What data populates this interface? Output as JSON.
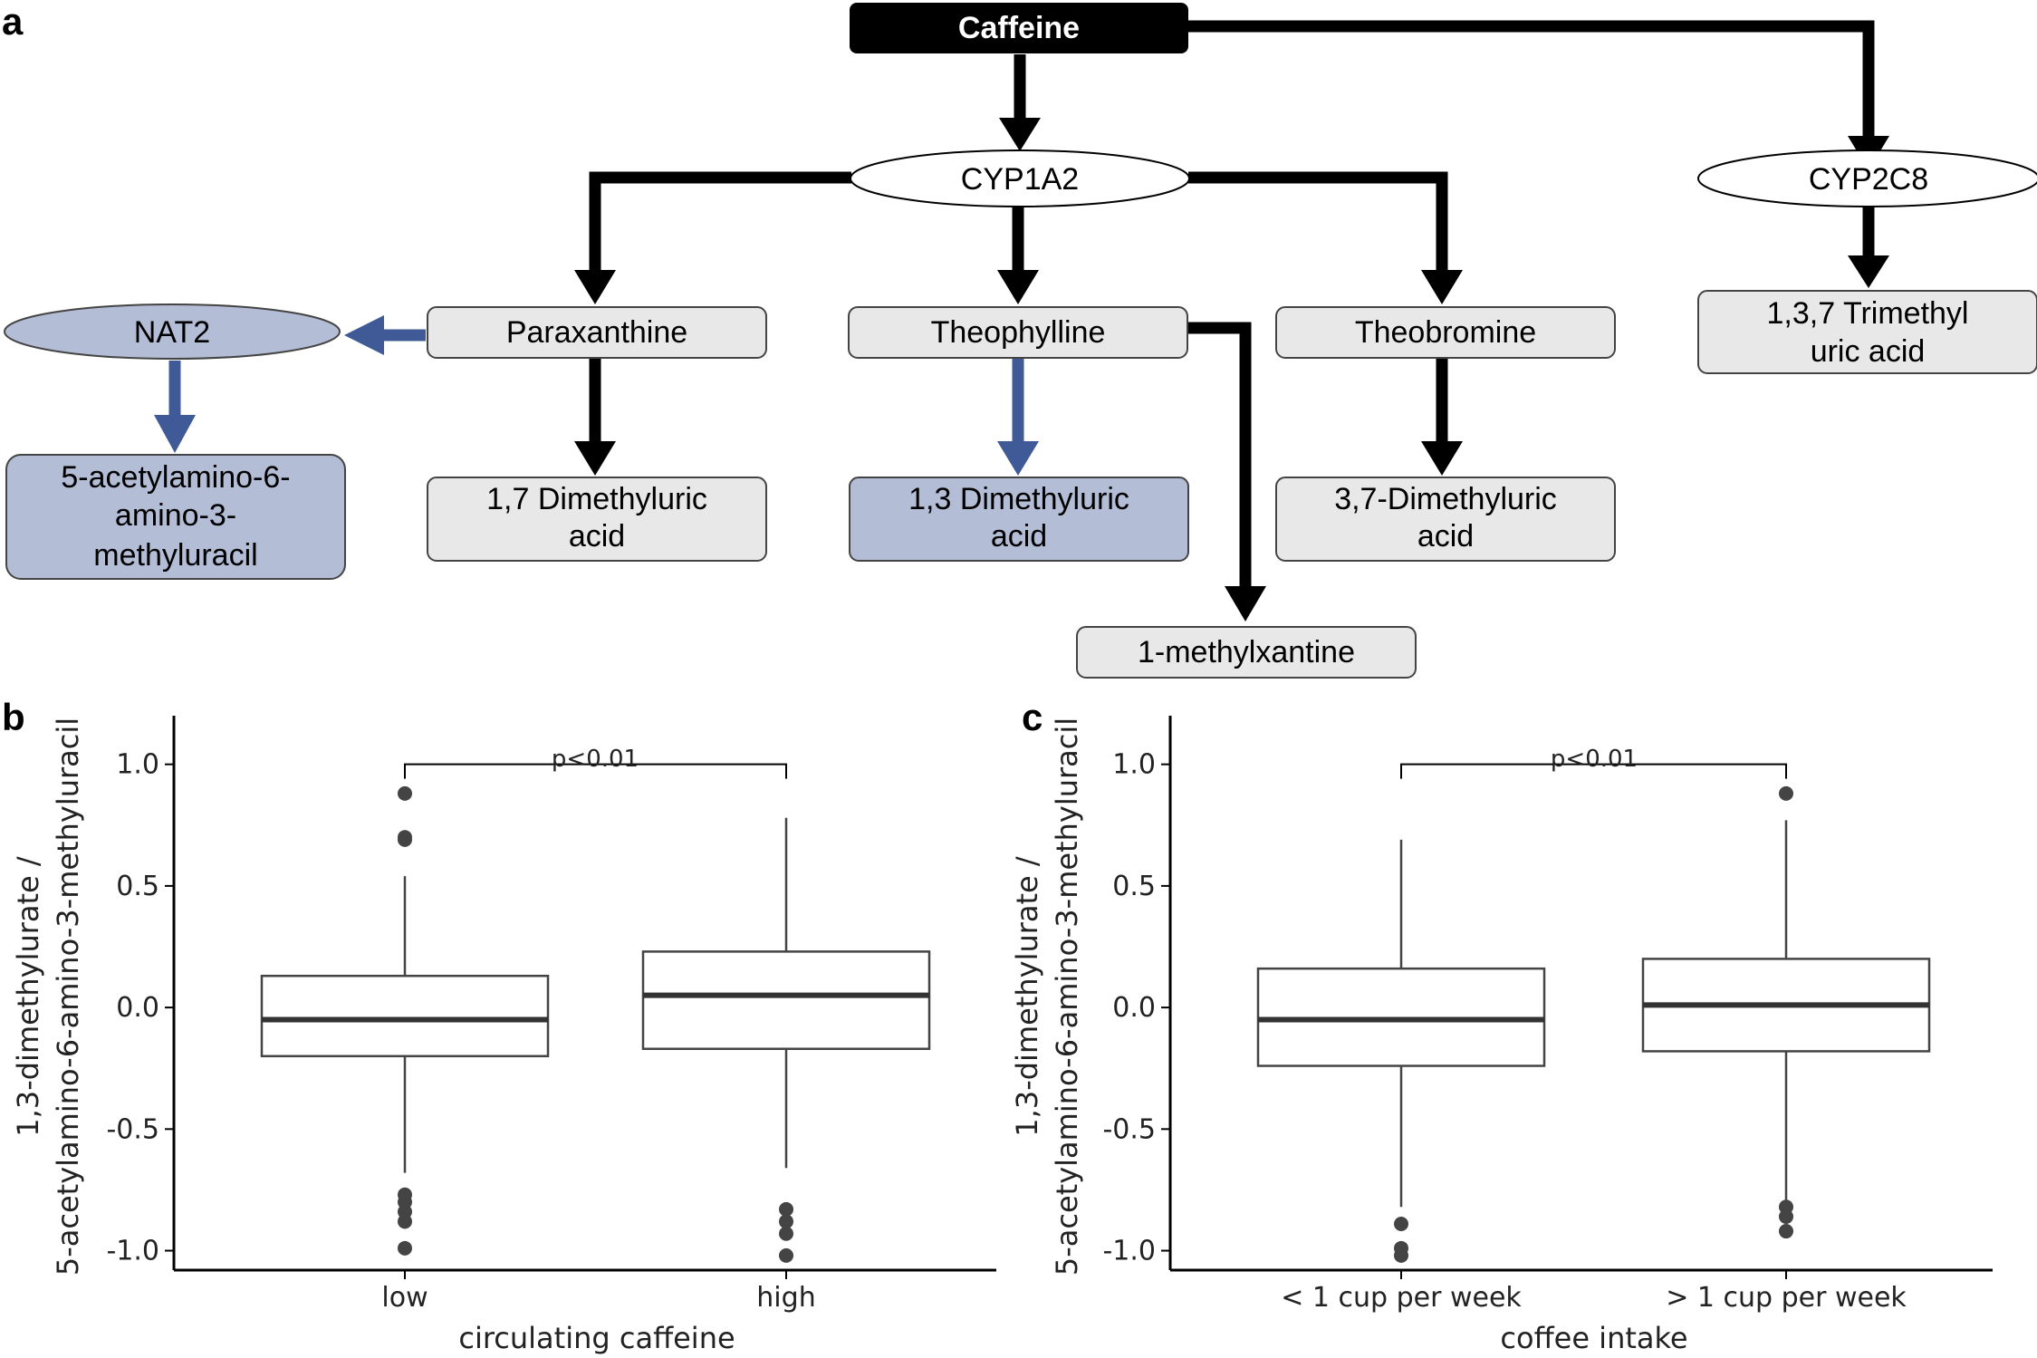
{
  "panels": {
    "a": "a",
    "b": "b",
    "c": "c"
  },
  "colors": {
    "black": "#000000",
    "blue_arrow": "#3f5a96",
    "blue_fill": "#b4bdd6",
    "grey_fill": "#e8e8e8",
    "box_edge": "#555555",
    "outlier": "#444444"
  },
  "pathway": {
    "caffeine": "Caffeine",
    "cyp1a2": "CYP1A2",
    "cyp2c8": "CYP2C8",
    "nat2": "NAT2",
    "paraxanthine": "Paraxanthine",
    "theophylline": "Theophylline",
    "theobromine": "Theobromine",
    "trimethyl_l1": "1,3,7 Trimethyl",
    "trimethyl_l2": "uric acid",
    "acetyl_l1": "5-acetylamino-6-",
    "acetyl_l2": "amino-3-",
    "acetyl_l3": "methyluracil",
    "dm17_l1": "1,7 Dimethyluric",
    "dm17_l2": "acid",
    "dm13_l1": "1,3 Dimethyluric",
    "dm13_l2": "acid",
    "dm37_l1": "3,7-Dimethyluric",
    "dm37_l2": "acid",
    "methylxantine": "1-methylxantine"
  },
  "chart_data": [
    {
      "type": "box",
      "panel": "b",
      "categories": [
        "low",
        "high"
      ],
      "xlabel": "circulating caffeine",
      "ylabel_l1": "1,3-dimethylurate /",
      "ylabel_l2": "5-acetylamino-6-amino-3-methyluracil",
      "ylim": [
        -1.08,
        1.2
      ],
      "yticks": [
        1.0,
        0.5,
        0.0,
        -0.5,
        -1.0
      ],
      "ytick_labels": [
        "1.0",
        "0.5",
        "0.0",
        "-0.5",
        "-1.0"
      ],
      "significance": "p<0.01",
      "bracket_y": 1.0,
      "boxes": [
        {
          "q1": -0.2,
          "median": -0.05,
          "q3": 0.13,
          "whisker_low": -0.68,
          "whisker_high": 0.54,
          "outliers": [
            0.88,
            0.7,
            0.69,
            -0.77,
            -0.8,
            -0.84,
            -0.88,
            -0.99
          ]
        },
        {
          "q1": -0.17,
          "median": 0.05,
          "q3": 0.23,
          "whisker_low": -0.66,
          "whisker_high": 0.78,
          "outliers": [
            -0.83,
            -0.88,
            -0.93,
            -1.02
          ]
        }
      ]
    },
    {
      "type": "box",
      "panel": "c",
      "categories": [
        "< 1 cup per week",
        "> 1 cup per week"
      ],
      "xlabel": "coffee intake",
      "ylabel_l1": "1,3-dimethylurate /",
      "ylabel_l2": "5-acetylamino-6-amino-3-methyluracil",
      "ylim": [
        -1.08,
        1.2
      ],
      "yticks": [
        1.0,
        0.5,
        0.0,
        -0.5,
        -1.0
      ],
      "ytick_labels": [
        "1.0",
        "0.5",
        "0.0",
        "-0.5",
        "-1.0"
      ],
      "significance": "p<0.01",
      "bracket_y": 1.0,
      "boxes": [
        {
          "q1": -0.24,
          "median": -0.05,
          "q3": 0.16,
          "whisker_low": -0.82,
          "whisker_high": 0.69,
          "outliers": [
            -0.89,
            -0.99,
            -1.02
          ]
        },
        {
          "q1": -0.18,
          "median": 0.01,
          "q3": 0.2,
          "whisker_low": -0.8,
          "whisker_high": 0.77,
          "outliers": [
            0.88,
            -0.82,
            -0.86,
            -0.92
          ]
        }
      ]
    }
  ]
}
